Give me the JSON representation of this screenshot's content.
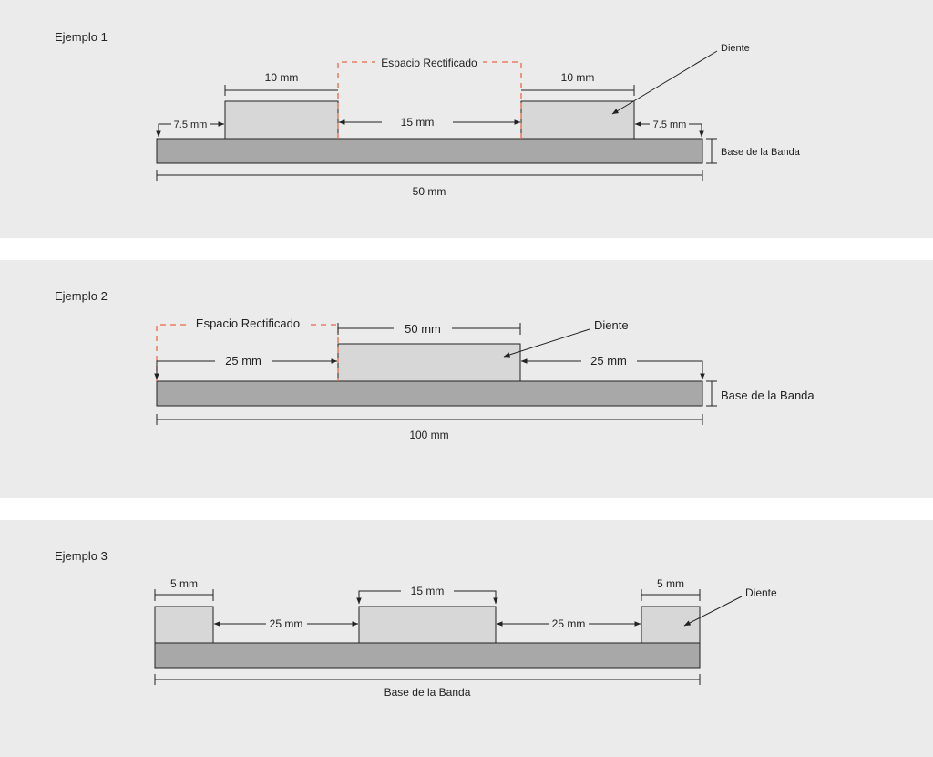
{
  "colors": {
    "panel": "#ebebeb",
    "base": "#a8a8a8",
    "tooth": "#d7d7d7",
    "rectified_gap": "#e8684a"
  },
  "examples": [
    {
      "title": "Ejemplo 1",
      "dims": {
        "left_margin": "7.5 mm",
        "tooth_left": "10 mm",
        "gap": "15 mm",
        "tooth_right": "10 mm",
        "right_margin": "7.5 mm",
        "total": "50 mm"
      },
      "labels": {
        "rectified": "Espacio Rectificado",
        "tooth": "Diente",
        "base": "Base de la Banda"
      }
    },
    {
      "title": "Ejemplo 2",
      "dims": {
        "tooth_width": "50 mm",
        "left_gap": "25 mm",
        "right_gap": "25 mm",
        "total": "100 mm"
      },
      "labels": {
        "rectified": "Espacio Rectificado",
        "tooth": "Diente",
        "base": "Base de la Banda"
      }
    },
    {
      "title": "Ejemplo 3",
      "dims": {
        "tooth_left": "5 mm",
        "gap_left": "25 mm",
        "tooth_center": "15 mm",
        "gap_right": "25 mm",
        "tooth_right": "5 mm"
      },
      "labels": {
        "tooth": "Diente",
        "base": "Base de la Banda"
      }
    }
  ]
}
